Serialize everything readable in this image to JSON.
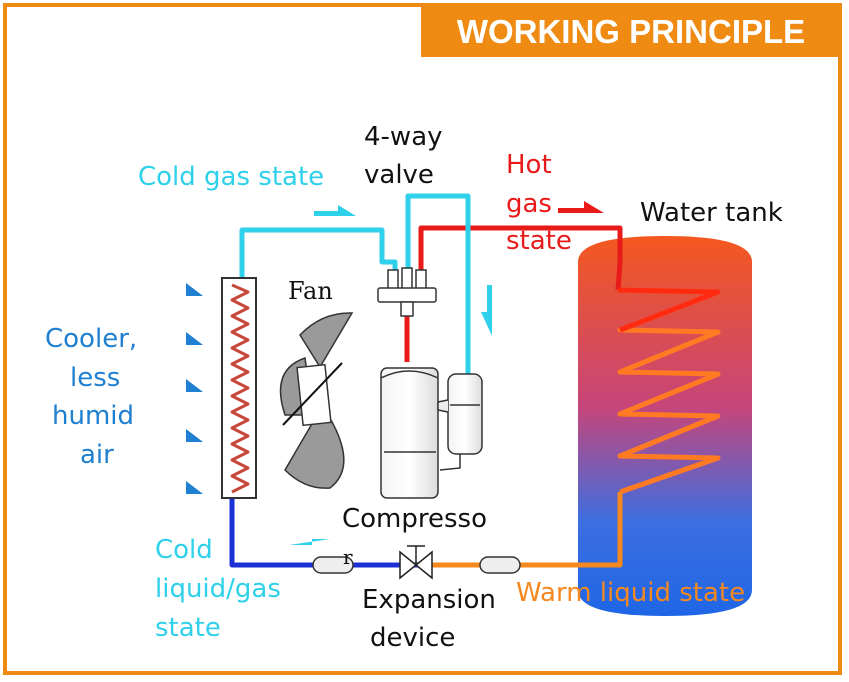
{
  "title": "WORKING PRINCIPLE",
  "labels": {
    "cold_gas_state": "Cold gas state",
    "four_way_valve_line1": "4-way",
    "four_way_valve_line2": "valve",
    "hot_gas_line1": "Hot",
    "hot_gas_line2": "gas",
    "hot_gas_line3": "state",
    "water_tank": "Water tank",
    "fan": "Fan",
    "cooler_line1": "Cooler,",
    "cooler_line2": "less",
    "cooler_line3": "humid",
    "cooler_line4": "air",
    "compressor_line1": "Compresso",
    "compressor_line2": "r",
    "cold_liquid_line1": "Cold",
    "cold_liquid_line2": "liquid/gas",
    "cold_liquid_line3": "state",
    "expansion_line1": "Expansion",
    "expansion_line2": "device",
    "warm_liquid_state": "Warm liquid state"
  },
  "colors": {
    "accent": "#ef8a13",
    "cold_gas": "#2fd0ea",
    "hot_gas": "#e81a1a",
    "warm_liquid": "#f5881f",
    "cold_liquid": "#1a2fd6",
    "air_arrow": "#1f7fd0"
  }
}
